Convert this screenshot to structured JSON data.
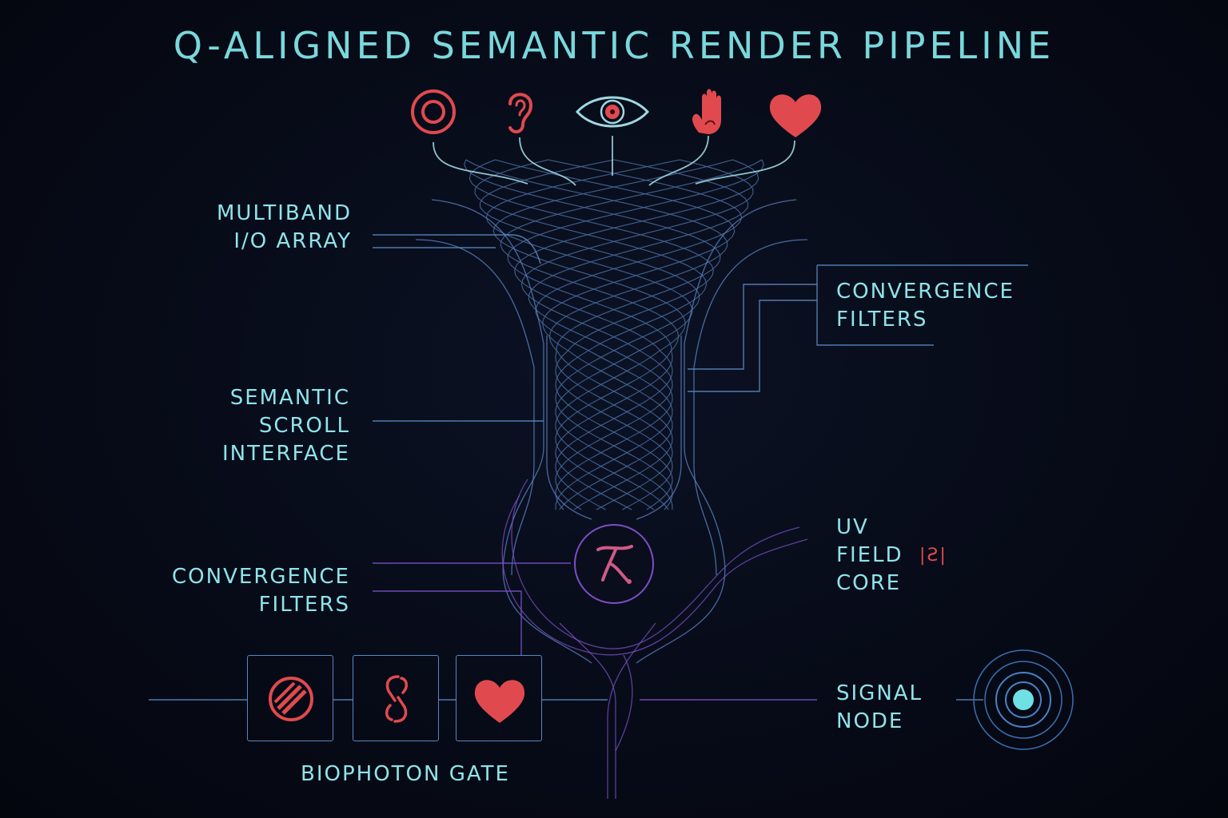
{
  "title": "Q-ALIGNED SEMANTIC RENDER PIPELINE",
  "sense_icons": [
    "target-icon",
    "ear-icon",
    "eye-icon",
    "hand-icon",
    "heart-icon"
  ],
  "labels": {
    "multiband": "MULTIBAND\nI/O ARRAY",
    "convergence_right": "CONVERGENCE\nFILTERS",
    "semantic_scroll": "SEMANTIC\nSCROLL\nINTERFACE",
    "uv_field": "UV FIELD\nCORE",
    "uv_field_glyph": "|Ƨ|",
    "convergence_left": "CONVERGENCE\nFILTERS",
    "signal_node": "SIGNAL\nNODE",
    "biophoton": "BIOPHOTON GATE"
  },
  "gate_icons": [
    "striped-circle-icon",
    "chain-link-icon",
    "heart-icon"
  ],
  "colors": {
    "accent": "#8fe4ea",
    "red": "#e04a4e",
    "line_blue": "#5a86c0",
    "line_purple": "#7b4fc4",
    "node_cyan": "#6fe0e4"
  }
}
